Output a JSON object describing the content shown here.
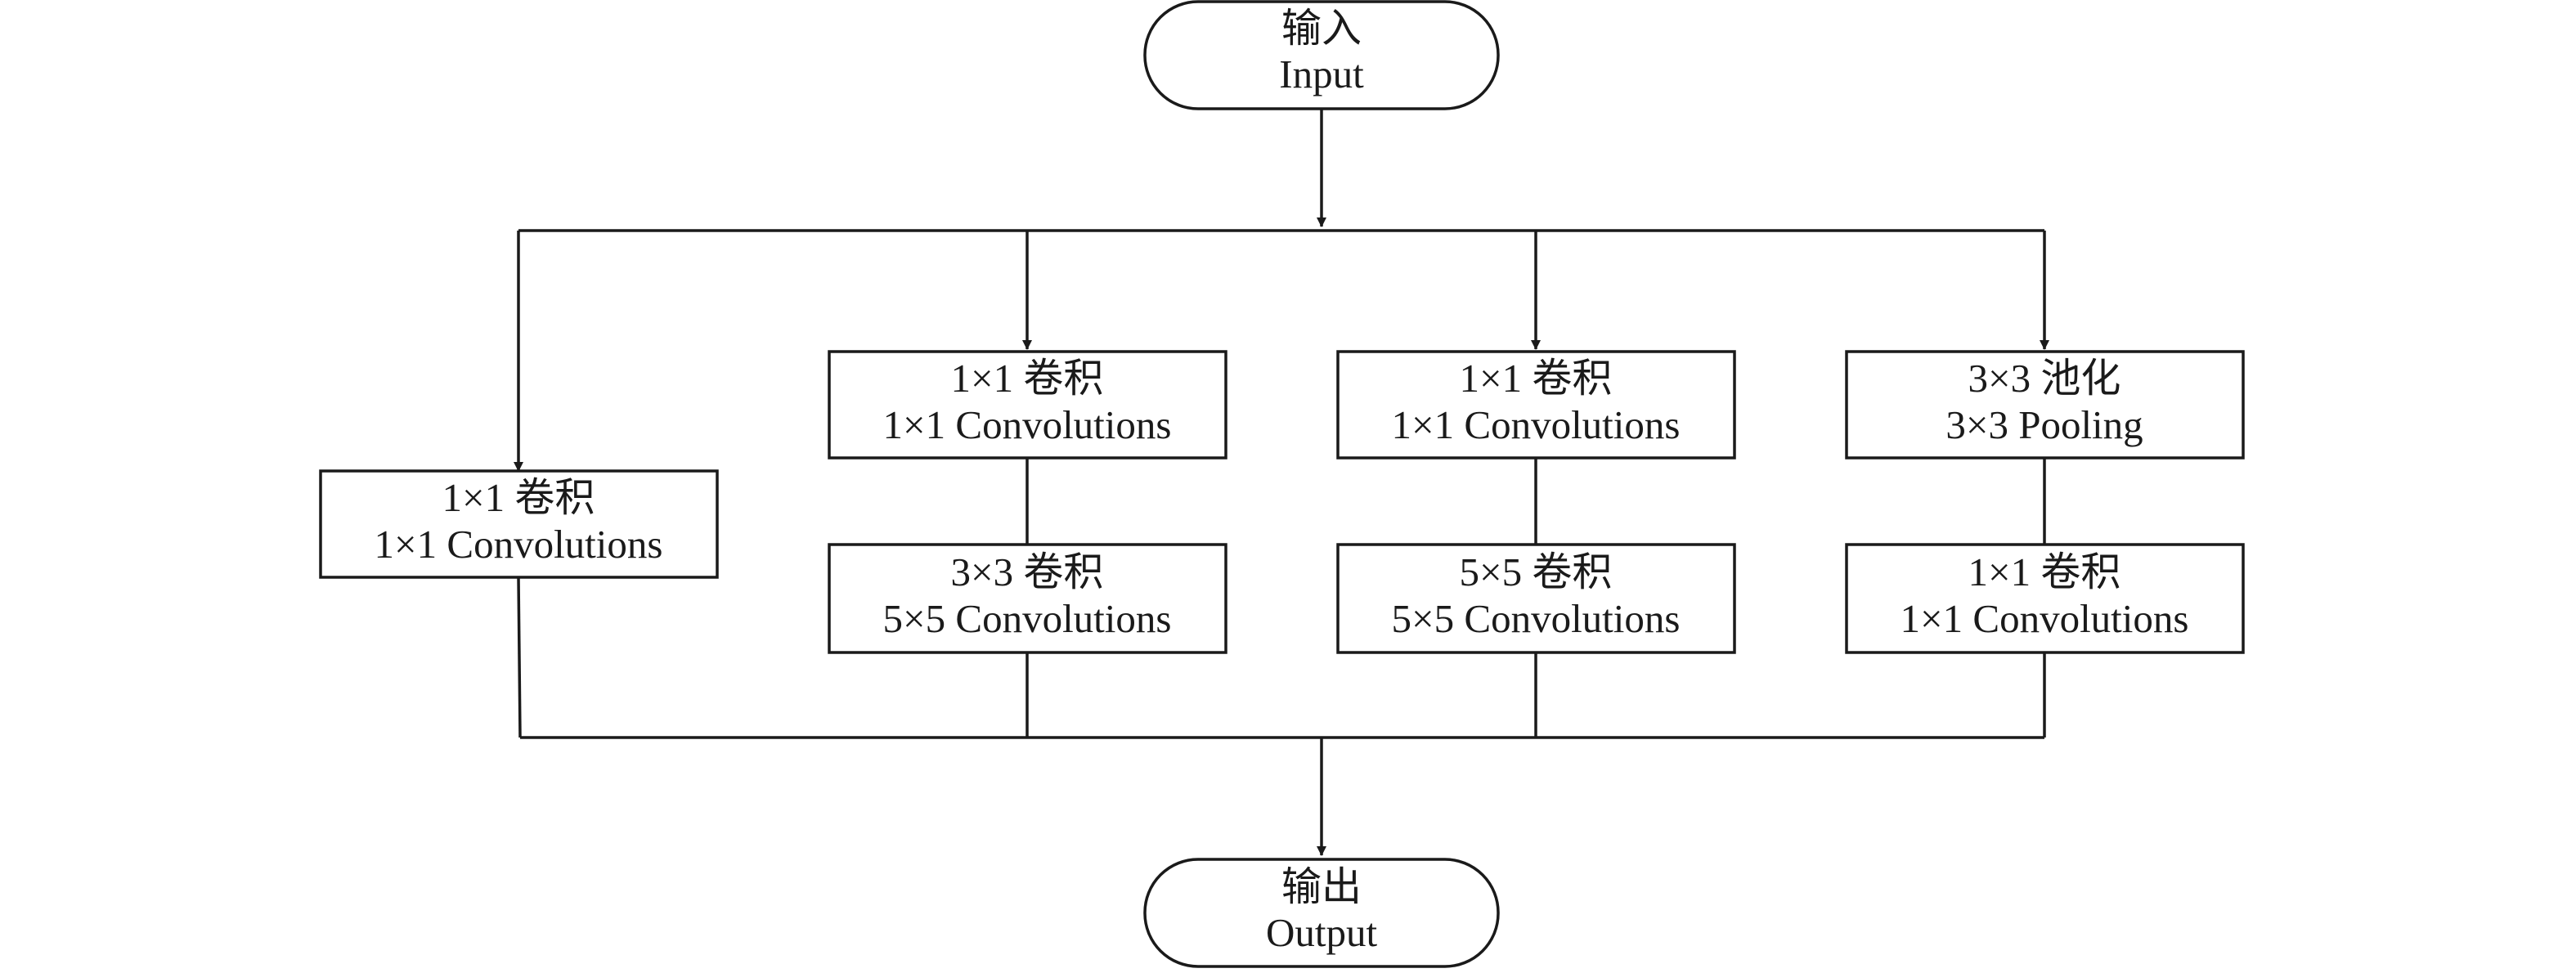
{
  "diagram": {
    "input": {
      "cn": "输入",
      "en": "Input"
    },
    "output": {
      "cn": "输出",
      "en": "Output"
    },
    "branches": [
      {
        "layers": [
          {
            "cn": "1×1 卷积",
            "en": "1×1 Convolutions"
          }
        ]
      },
      {
        "layers": [
          {
            "cn": "1×1 卷积",
            "en": "1×1 Convolutions"
          },
          {
            "cn": "3×3 卷积",
            "en": "5×5 Convolutions"
          }
        ]
      },
      {
        "layers": [
          {
            "cn": "1×1 卷积",
            "en": "1×1 Convolutions"
          },
          {
            "cn": "5×5 卷积",
            "en": "5×5 Convolutions"
          }
        ]
      },
      {
        "layers": [
          {
            "cn": "3×3 池化",
            "en": "3×3 Pooling"
          },
          {
            "cn": "1×1 卷积",
            "en": "1×1 Convolutions"
          }
        ]
      }
    ]
  }
}
